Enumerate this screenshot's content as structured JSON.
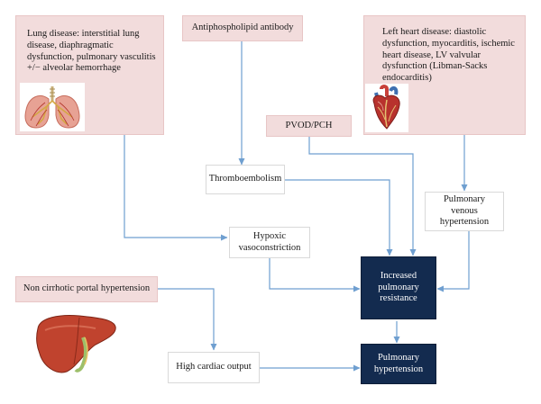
{
  "nodes": {
    "lung_disease": "Lung disease: interstitial lung disease, diaphragmatic dysfunction, pulmonary vasculitis +/− alveolar hemorrhage",
    "antiphospholipid": "Antiphospholipid antibody",
    "left_heart": "Left heart disease: diastolic dysfunction, myocarditis, ischemic heart disease, LV valvular dysfunction (Libman-Sacks endocarditis)",
    "pvod": "PVOD/PCH",
    "thromboembolism": "Thromboembolism",
    "pulm_venous": "Pulmonary venous hypertension",
    "hypoxic": "Hypoxic vasoconstriction",
    "increased_resistance": "Increased pulmonary resistance",
    "portal_htn": "Non cirrhotic portal hypertension",
    "high_output": "High cardiac output",
    "pulm_htn": "Pulmonary hypertension"
  },
  "illustrations": [
    "lungs-icon",
    "heart-icon",
    "liver-icon"
  ],
  "colors": {
    "pink_box": "#f2dcdc",
    "navy_box": "#132b4f",
    "arrow": "#6f9fd0"
  }
}
